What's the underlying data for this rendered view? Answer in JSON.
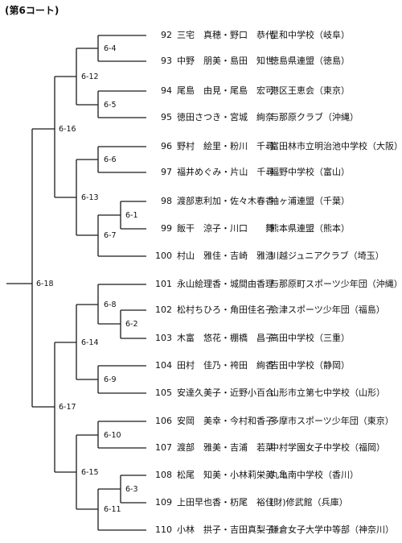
{
  "court_title": "(第6コート)",
  "entries": [
    {
      "num": "92",
      "names": "三宅　真穂・野口　恭代",
      "team": "星和中学校（岐阜）"
    },
    {
      "num": "93",
      "names": "中野　朋美・島田　知世",
      "team": "徳島県連盟（徳島）"
    },
    {
      "num": "94",
      "names": "尾島　由見・尾島　宏可",
      "team": "港区王恵会（東京）"
    },
    {
      "num": "95",
      "names": "徳田さつき・宮城　絢奈",
      "team": "与那原クラブ（沖縄）"
    },
    {
      "num": "96",
      "names": "野村　絵里・粉川　千尋",
      "team": "富田林市立明治池中学校（大阪）"
    },
    {
      "num": "97",
      "names": "福井めぐみ・片山　千尋",
      "team": "福野中学校（富山）"
    },
    {
      "num": "98",
      "names": "渡部恵利加・佐々木春香",
      "team": "袖ヶ浦連盟（千葉）"
    },
    {
      "num": "99",
      "names": "飯干　涼子・川口　　舞",
      "team": "熊本県連盟（熊本）"
    },
    {
      "num": "100",
      "names": "村山　雅佳・吉崎　雅浩",
      "team": "川越ジュニアクラブ（埼玉）"
    },
    {
      "num": "101",
      "names": "永山絵理香・城間由香理",
      "team": "与那原町スポーツ少年団（沖縄）"
    },
    {
      "num": "102",
      "names": "松村ちひろ・角田佳名子",
      "team": "会津スポーツ少年団（福島）"
    },
    {
      "num": "103",
      "names": "木富　悠花・棚橋　昌子",
      "team": "高田中学校（三重）"
    },
    {
      "num": "104",
      "names": "田村　佳乃・袴田　絢香",
      "team": "吉田中学校（静岡）"
    },
    {
      "num": "105",
      "names": "安達久美子・近野小百合",
      "team": "山形市立第七中学校（山形）"
    },
    {
      "num": "106",
      "names": "安岡　美幸・今村和香子",
      "team": "多摩市スポーツ少年団（東京）"
    },
    {
      "num": "107",
      "names": "渡部　雅美・吉浦　若菜",
      "team": "中村学園女子中学校（福岡）"
    },
    {
      "num": "108",
      "names": "松尾　知美・小林莉栄美",
      "team": "丸亀南中学校（香川）"
    },
    {
      "num": "109",
      "names": "上田早也香・杤尾　裕佳",
      "team": "(財)修武館（兵庫）"
    },
    {
      "num": "110",
      "names": "小林　拱子・吉田真梨子",
      "team": "鎌倉女子大学中等部（神奈川）"
    }
  ],
  "matches": [
    "6-1",
    "6-2",
    "6-3",
    "6-4",
    "6-5",
    "6-6",
    "6-7",
    "6-8",
    "6-9",
    "6-10",
    "6-11",
    "6-12",
    "6-13",
    "6-14",
    "6-15",
    "6-16",
    "6-17",
    "6-18"
  ]
}
